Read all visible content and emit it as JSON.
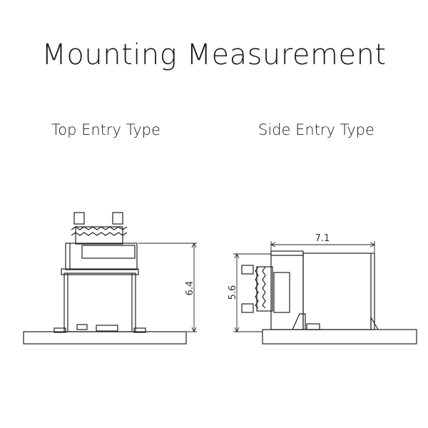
{
  "title": "Mounting Measurement",
  "top_entry": {
    "label": "Top Entry Type",
    "height_dim": "6.4"
  },
  "side_entry": {
    "label": "Side Entry Type",
    "width_dim": "7.1",
    "height_dim": "5.6"
  }
}
